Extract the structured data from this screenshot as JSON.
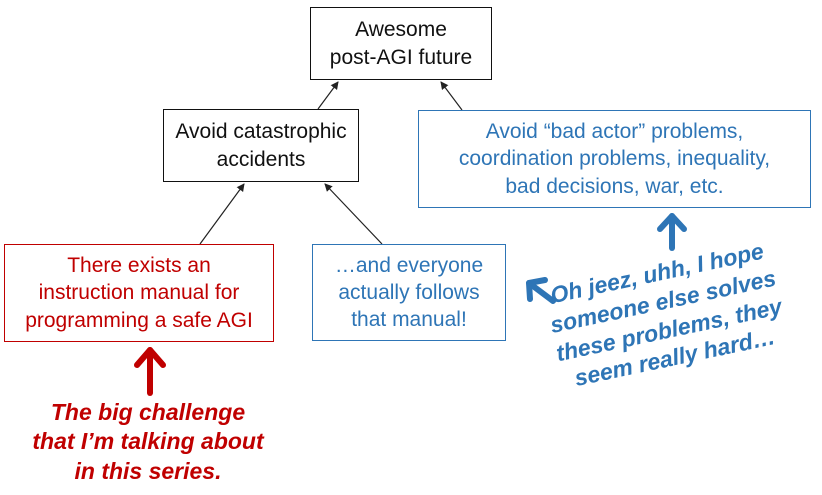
{
  "boxes": {
    "top": [
      "Awesome",
      "post-AGI future"
    ],
    "mid": [
      "Avoid catastrophic",
      "accidents"
    ],
    "right": [
      "Avoid “bad actor” problems,",
      "coordination problems, inequality,",
      "bad decisions, war, etc."
    ],
    "red": [
      "There exists an",
      "instruction manual for",
      "programming a safe AGI"
    ],
    "follow": [
      "…and everyone",
      "actually follows",
      "that manual!"
    ]
  },
  "notes": {
    "red": [
      "The big challenge",
      "that I’m talking about",
      "in this series."
    ],
    "blue": [
      "Oh jeez, uhh, I hope",
      "someone else solves",
      "these problems, they",
      "seem really hard…"
    ]
  },
  "colors": {
    "black": "#111111",
    "blue": "#2E75B6",
    "red": "#C00000"
  }
}
